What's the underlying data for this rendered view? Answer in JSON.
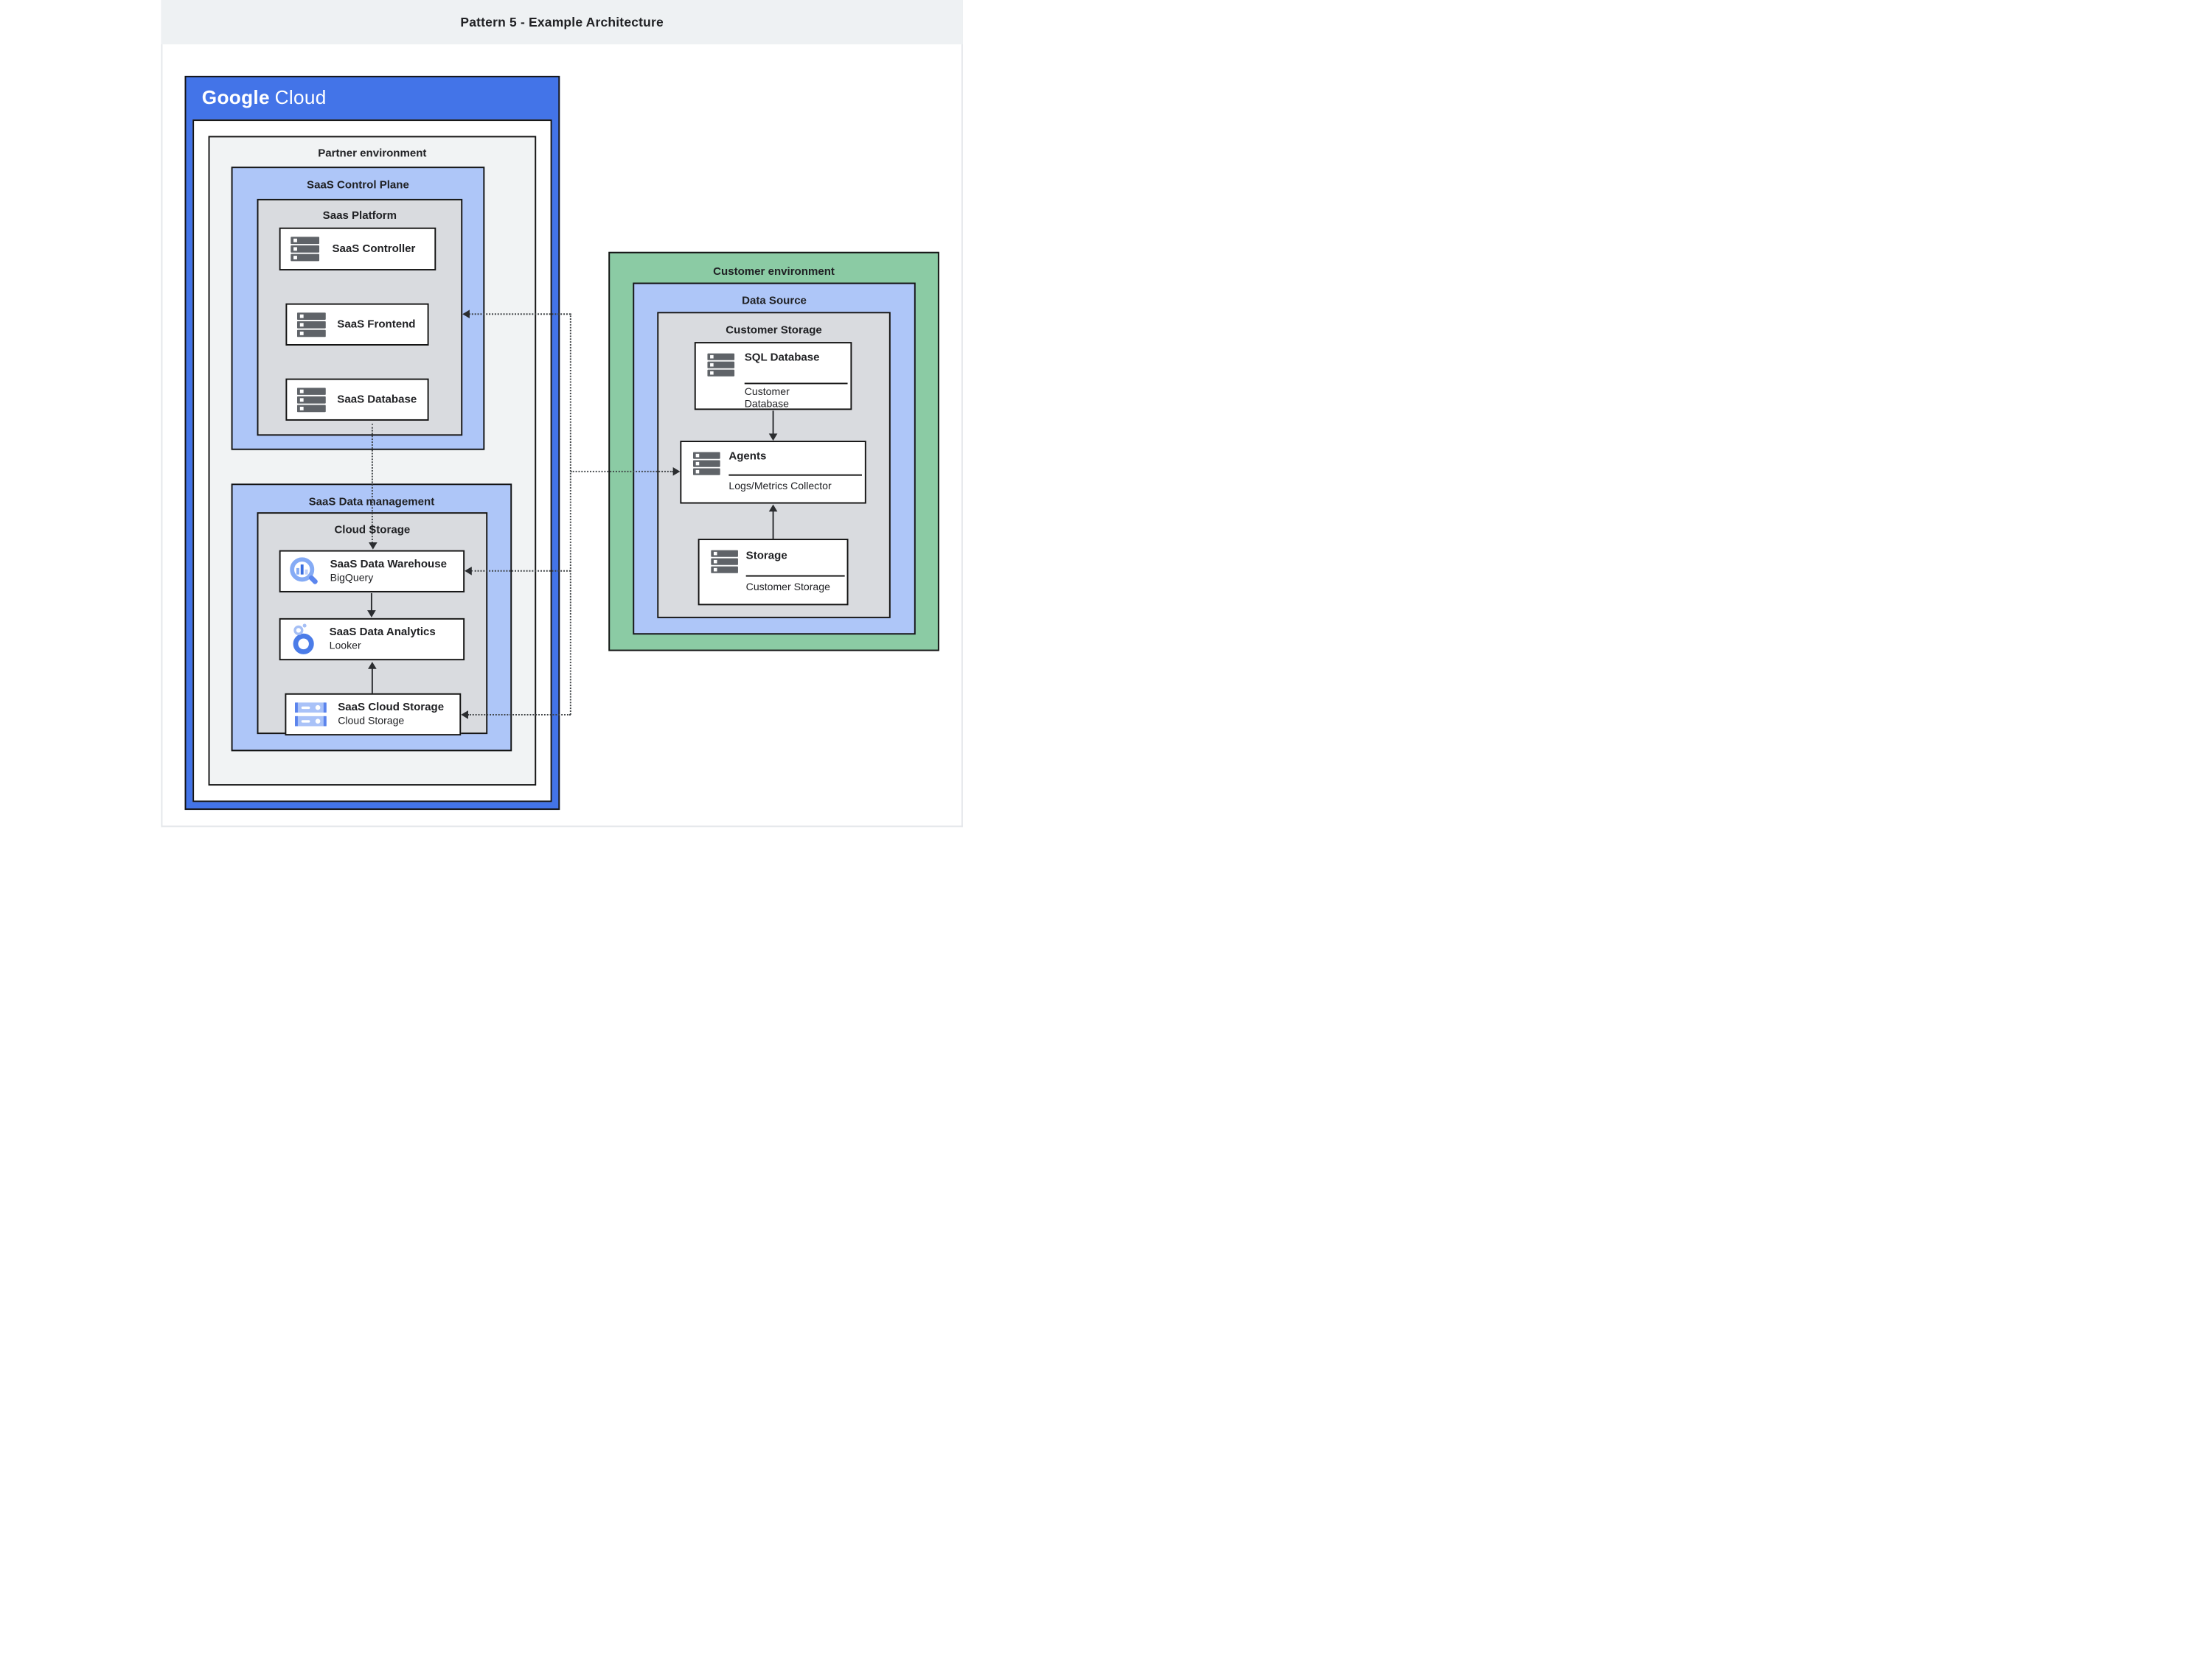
{
  "title_bar": {
    "title": "Pattern 5 - Example Architecture"
  },
  "google_cloud": {
    "logo": {
      "google": "Google",
      "cloud": "Cloud"
    }
  },
  "partner": {
    "label": "Partner environment",
    "control_plane": {
      "label": "SaaS Control Plane",
      "platform": {
        "label": "Saas Platform",
        "nodes": [
          {
            "title": "SaaS Controller",
            "icon": "server-icon"
          },
          {
            "title": "SaaS Frontend",
            "icon": "server-icon"
          },
          {
            "title": "SaaS Database",
            "icon": "server-icon"
          }
        ]
      }
    },
    "data_management": {
      "label": "SaaS Data management",
      "cloud_storage": {
        "label": "Cloud Storage",
        "nodes": [
          {
            "title": "SaaS Data Warehouse",
            "subtitle": "BigQuery",
            "icon": "bigquery-icon"
          },
          {
            "title": "SaaS Data Analytics",
            "subtitle": "Looker",
            "icon": "looker-icon"
          },
          {
            "title": "SaaS Cloud Storage",
            "subtitle": "Cloud Storage",
            "icon": "cloud-storage-icon"
          }
        ]
      }
    }
  },
  "customer": {
    "label": "Customer environment",
    "data_source": {
      "label": "Data Source",
      "customer_storage": {
        "label": "Customer Storage",
        "nodes": [
          {
            "title": "SQL Database",
            "subtitle": "Customer Database",
            "icon": "server-icon"
          },
          {
            "title": "Agents",
            "subtitle": "Logs/Metrics Collector",
            "icon": "server-icon"
          },
          {
            "title": "Storage",
            "subtitle": "Customer Storage",
            "icon": "server-icon"
          }
        ]
      }
    }
  },
  "connections": {
    "solid_arrows": [
      {
        "from": "SQL Database",
        "to": "Agents"
      },
      {
        "from": "Storage",
        "to": "Agents"
      },
      {
        "from": "SaaS Data Warehouse",
        "to": "SaaS Data Analytics"
      },
      {
        "from": "SaaS Cloud Storage",
        "to": "SaaS Data Analytics"
      }
    ],
    "dotted_arrows": [
      {
        "from": "SaaS Database",
        "to": "SaaS Data Warehouse"
      },
      {
        "from": "Customer environment bus",
        "to": "SaaS Frontend"
      },
      {
        "from": "Customer environment bus",
        "to": "Agents"
      },
      {
        "from": "Customer environment bus",
        "to": "SaaS Data Warehouse"
      },
      {
        "from": "Customer environment bus",
        "to": "SaaS Cloud Storage"
      }
    ]
  },
  "colors": {
    "google_cloud_blue": "#4374e8",
    "light_blue_zone": "#aec6f8",
    "green_zone": "#8bcba4",
    "gray_zone": "#d9dbdf",
    "partner_zone": "#f1f3f4",
    "title_band": "#eef1f3",
    "border_black": "#141414",
    "server_icon_gray": "#5f6368",
    "text": "#202124"
  }
}
